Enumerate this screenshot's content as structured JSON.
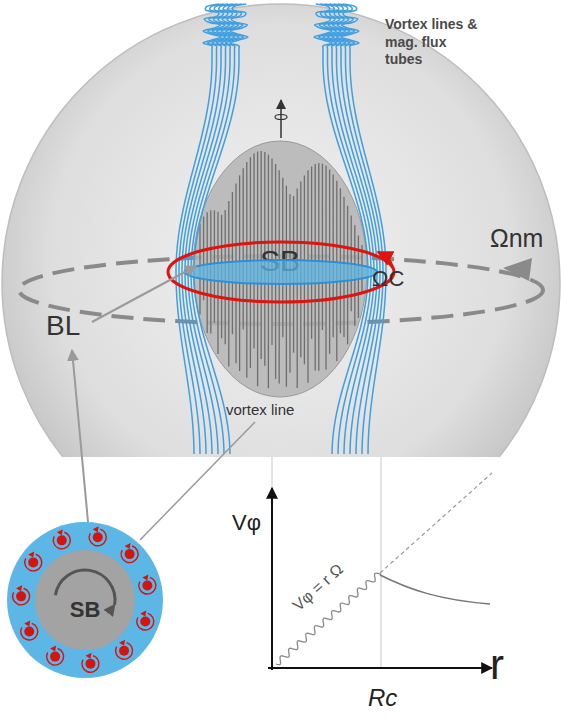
{
  "diagram": {
    "nodes": [
      {
        "text": [
          "SB"
        ]
      },
      {
        "text": [
          "SB"
        ]
      }
    ],
    "labels": [
      "Vortex lines & mag. flux tubes",
      "ΩC",
      "Ωnm",
      "BL",
      "vortex line",
      "Vφ",
      "Vφ = r Ω",
      "r",
      "Rc"
    ]
  }
}
